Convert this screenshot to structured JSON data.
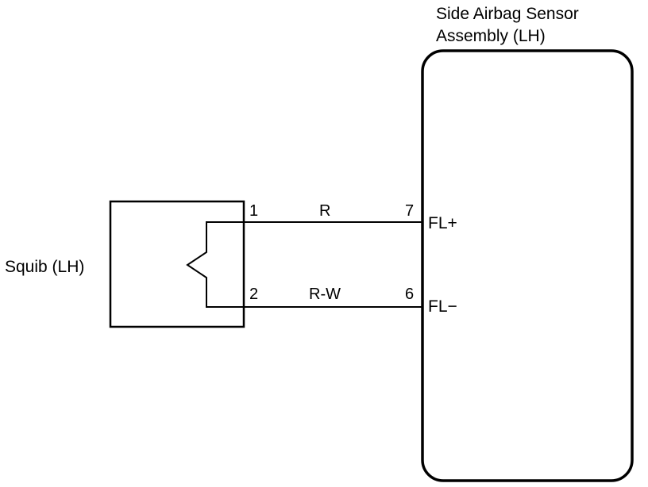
{
  "sensor": {
    "title_line1": "Side Airbag Sensor",
    "title_line2": "Assembly (LH)",
    "terminal_plus": "FL+",
    "terminal_minus": "FL−",
    "pin_plus": "7",
    "pin_minus": "6"
  },
  "squib": {
    "label": "Squib (LH)",
    "pin_1": "1",
    "pin_2": "2"
  },
  "wires": {
    "top_color": "R",
    "bottom_color": "R-W"
  }
}
